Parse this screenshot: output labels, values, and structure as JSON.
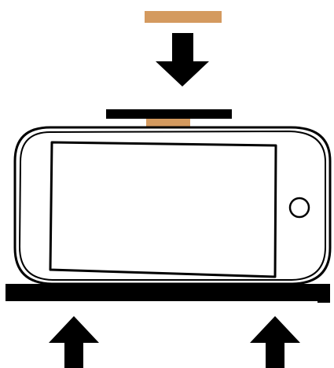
{
  "diagram": {
    "colors": {
      "pad": "#d49a5f",
      "ink": "#000000",
      "background": "#ffffff"
    },
    "elements": [
      {
        "name": "adhesive-pad-strip",
        "role": "thermal/adhesive pad shown separately above the assembly"
      },
      {
        "name": "press-down-arrow-icon",
        "role": "arrow pressing downward"
      },
      {
        "name": "top-pressure-plate",
        "role": "flat bar resting on top of the pad"
      },
      {
        "name": "adhesive-pad-in-place",
        "role": "pad placed on the phone edge"
      },
      {
        "name": "smartphone-body",
        "role": "phone lying on its side (landscape)"
      },
      {
        "name": "phone-screen",
        "role": "display area of the phone"
      },
      {
        "name": "home-button-icon",
        "role": "circular home button"
      },
      {
        "name": "bottom-support-plate",
        "role": "flat base bar under the phone"
      },
      {
        "name": "press-up-arrow-left-icon",
        "role": "arrow pushing upward (left)"
      },
      {
        "name": "press-up-arrow-right-icon",
        "role": "arrow pushing upward (right)"
      }
    ]
  }
}
